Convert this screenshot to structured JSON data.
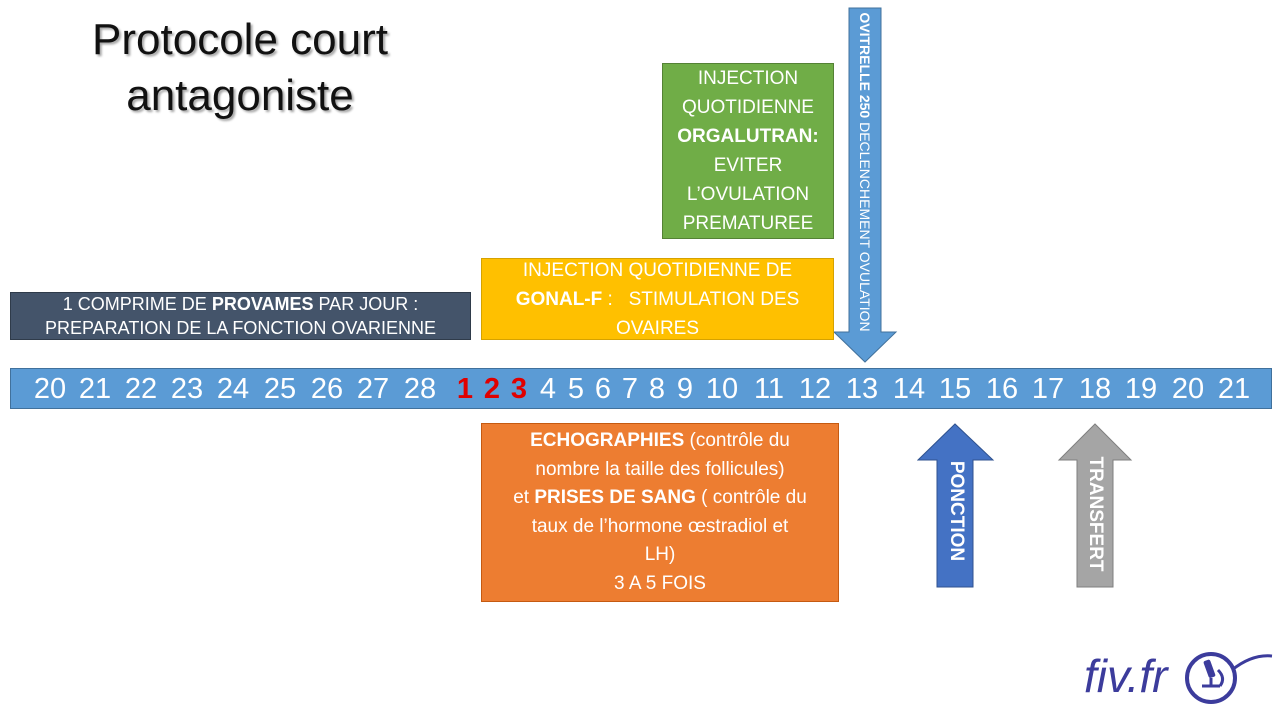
{
  "title": {
    "line1": "Protocole court",
    "line2": "antagoniste"
  },
  "provames": {
    "pre": "1 COMPRIME DE ",
    "bold": "PROVAMES",
    "post": " PAR JOUR :",
    "line2": "PREPARATION DE LA FONCTION OVARIENNE"
  },
  "gonal": {
    "line1": "INJECTION QUOTIDIENNE DE",
    "bold": "GONAL-F",
    "post": " :   STIMULATION DES",
    "line3": "OVAIRES"
  },
  "orgalutran": {
    "line1": "INJECTION",
    "line2": "QUOTIDIENNE",
    "bold": "ORGALUTRAN",
    "post": ":",
    "line4": "EVITER",
    "line5": "L’OVULATION",
    "line6": "PREMATUREE"
  },
  "ovitrelle": {
    "bold": "OVITRELLE 250",
    "rest": " DECLENCHEMENT OVULATION"
  },
  "echo": {
    "bold1": "ECHOGRAPHIES",
    "post1": " (contrôle du",
    "line2": "nombre la taille des follicules)",
    "pre3": "et ",
    "bold3": "PRISES DE SANG",
    "post3": " ( contrôle du",
    "line4": "taux de l’hormone œstradiol et",
    "line5": "LH)",
    "line6": "3 A 5 FOIS"
  },
  "ponction": "PONCTION",
  "transfert": "TRANSFERT",
  "logo": "fiv.fr",
  "timeline": {
    "days": [
      "20",
      "21",
      "22",
      "23",
      "24",
      "25",
      "26",
      "27",
      "28",
      "1",
      "2",
      "3",
      "4",
      "5",
      "6",
      "7",
      "8",
      "9",
      "10",
      "11",
      "12",
      "13",
      "14",
      "15",
      "16",
      "17",
      "18",
      "19",
      "20",
      "21"
    ],
    "highlight_color": "#E00000"
  },
  "colors": {
    "timeline": "#5B9BD5",
    "provames": "#44546A",
    "gonal": "#FFC000",
    "orgalutran": "#70AD47",
    "echo": "#ED7D31",
    "ponction_arrow": "#4472C4",
    "transfert_arrow": "#A5A5A5",
    "ovitrelle_arrow": "#5B9BD5"
  }
}
